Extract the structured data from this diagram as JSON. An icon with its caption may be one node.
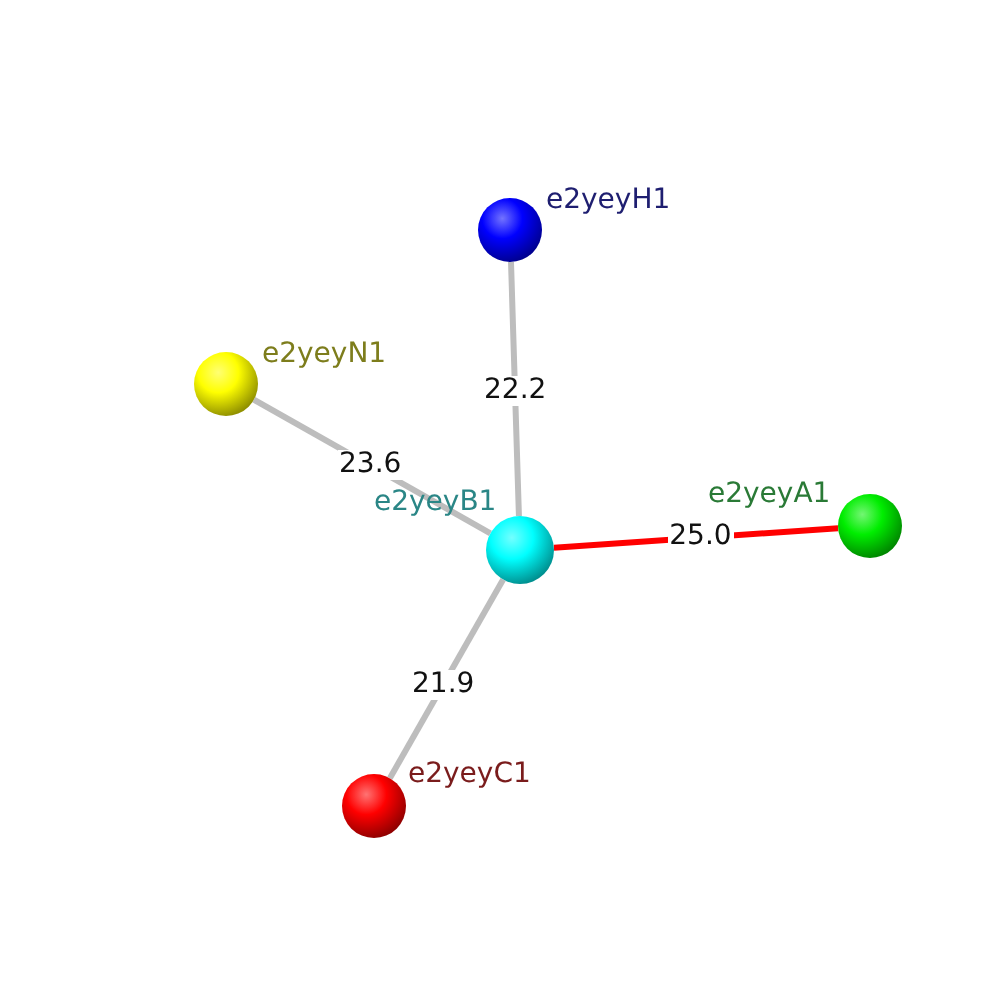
{
  "diagram": {
    "nodes": [
      {
        "text": [],
        "shape": "circle",
        "beside": [
          "e2yeyH1"
        ]
      },
      {
        "text": [],
        "shape": "circle",
        "beside": [
          "e2yeyN1"
        ]
      },
      {
        "text": [],
        "shape": "circle",
        "beside": [
          "e2yeyB1"
        ]
      },
      {
        "text": [],
        "shape": "circle",
        "beside": [
          "e2yeyA1"
        ]
      },
      {
        "text": [],
        "shape": "circle",
        "beside": [
          "e2yeyC1"
        ]
      }
    ],
    "edges": [
      {
        "from": 2,
        "to": 0,
        "arrow": "none",
        "label": "22.2"
      },
      {
        "from": 2,
        "to": 1,
        "arrow": "none",
        "label": "23.6"
      },
      {
        "from": 2,
        "to": 3,
        "arrow": "none",
        "label": "25.0",
        "color": "#ff0000"
      },
      {
        "from": 2,
        "to": 4,
        "arrow": "none",
        "label": "21.9"
      }
    ]
  }
}
